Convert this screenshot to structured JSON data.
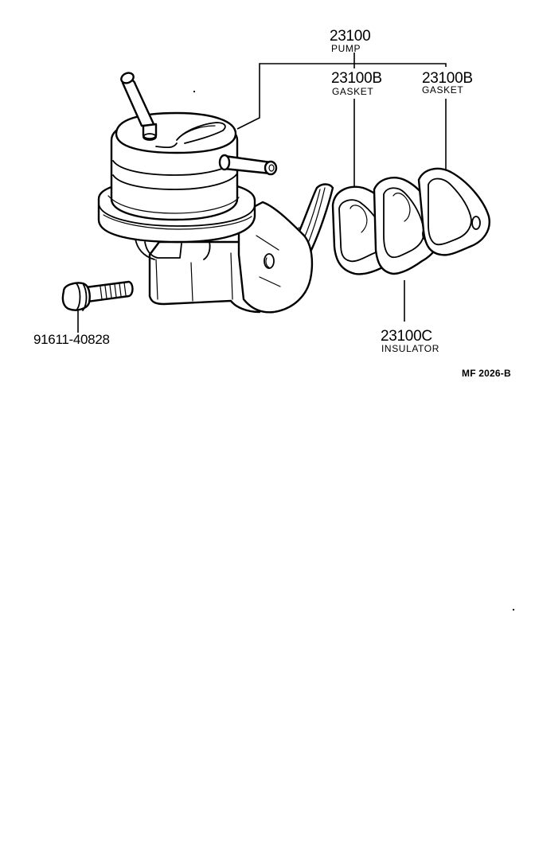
{
  "diagram": {
    "type": "exploded-parts-diagram",
    "subject": "Fuel pump assembly",
    "reference_code": "MF 2026-B",
    "parts": [
      {
        "part_number": "23100",
        "name": "PUMP"
      },
      {
        "part_number": "23100B",
        "name": "GASKET"
      },
      {
        "part_number": "23100B",
        "name": "GASKET"
      },
      {
        "part_number": "23100C",
        "name": "INSULATOR"
      },
      {
        "part_number": "91611-40828",
        "name": ""
      }
    ]
  },
  "colors": {
    "background": "#ffffff",
    "ink": "#000000"
  }
}
